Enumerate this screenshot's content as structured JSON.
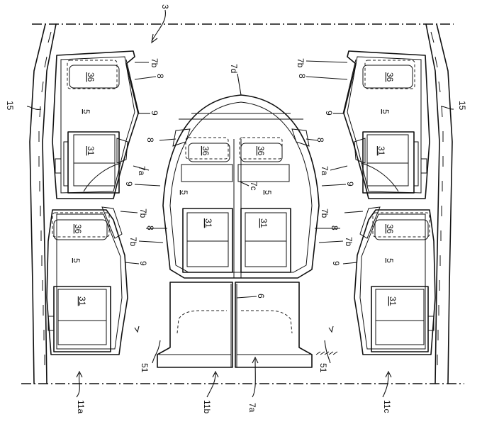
{
  "labels": {
    "ref_3": "3",
    "ref_15_left": "15",
    "ref_15_right": "15",
    "ref_7d": "7d",
    "ref_7b_tl": "7b",
    "ref_7b_tr": "7b",
    "ref_7b_ml": "7b",
    "ref_7b_mr": "7b",
    "ref_7b_ll": "7b",
    "ref_7b_lr": "7b",
    "ref_8_tl": "8",
    "ref_8_tr": "8",
    "ref_8_cl": "8",
    "ref_8_cr": "8",
    "ref_8_ml": "8",
    "ref_8_mr": "8",
    "ref_9_tl": "9",
    "ref_9_tr": "9",
    "ref_9_cl": "9",
    "ref_9_cr": "9",
    "ref_9_ll": "9",
    "ref_9_lr": "9",
    "ref_7a_l": "7a",
    "ref_7a_r": "7a",
    "ref_7a_bottom": "7a",
    "ref_7c": "7c",
    "ref_6": "6",
    "ref_51_l": "51",
    "ref_51_r": "51",
    "ref_11a": "11a",
    "ref_11b": "11b",
    "ref_11c": "11c"
  },
  "underlined": {
    "u36_tl": "36",
    "u36_tr": "36",
    "u36_cl": "36",
    "u36_cr": "36",
    "u36_ml": "36",
    "u36_mr": "36",
    "u5_tl": "5",
    "u5_tr": "5",
    "u5_c1": "5",
    "u5_c2": "5",
    "u5_ml": "5",
    "u5_mr": "5",
    "u31_tl": "31",
    "u31_tr": "31",
    "u31_cl": "31",
    "u31_cr": "31",
    "u31_ll": "31",
    "u31_lr": "31"
  }
}
